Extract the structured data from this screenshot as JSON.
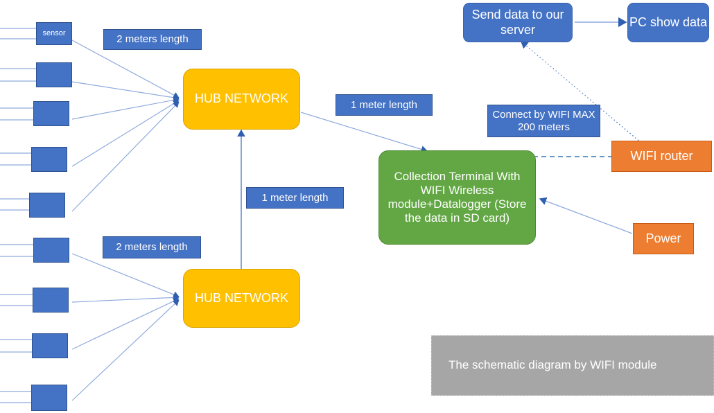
{
  "diagram": {
    "title_caption": "The schematic diagram by WIFI module",
    "colors": {
      "sensor_blue": "#4472C4",
      "hub_amber": "#FFC000",
      "terminal_green": "#62A744",
      "device_orange": "#ED7D31",
      "caption_grey": "#A6A6A6",
      "wire_blue": "#4472C4"
    }
  },
  "sensors_top": [
    {
      "label": "sensor"
    },
    {
      "label": ""
    },
    {
      "label": ""
    },
    {
      "label": ""
    },
    {
      "label": ""
    }
  ],
  "sensors_bottom": [
    {
      "label": ""
    },
    {
      "label": ""
    },
    {
      "label": ""
    },
    {
      "label": ""
    }
  ],
  "hubs": [
    {
      "label": "HUB NETWORK"
    },
    {
      "label": "HUB NETWORK"
    }
  ],
  "length_labels": {
    "top_sensor_run": "2 meters length",
    "bottom_sensor_run": "2 meters length",
    "hub_to_terminal": "1 meter length",
    "hub_to_hub": "1 meter length"
  },
  "terminal": {
    "label": "Collection Terminal With WIFI Wireless module+Datalogger (Store the data in SD card)"
  },
  "wifi_note": {
    "label": "Connect by WIFI MAX 200 meters"
  },
  "server_flow": {
    "send": "Send data to our server",
    "pc": "PC show data"
  },
  "devices": {
    "router": "WIFI router",
    "power": "Power"
  }
}
